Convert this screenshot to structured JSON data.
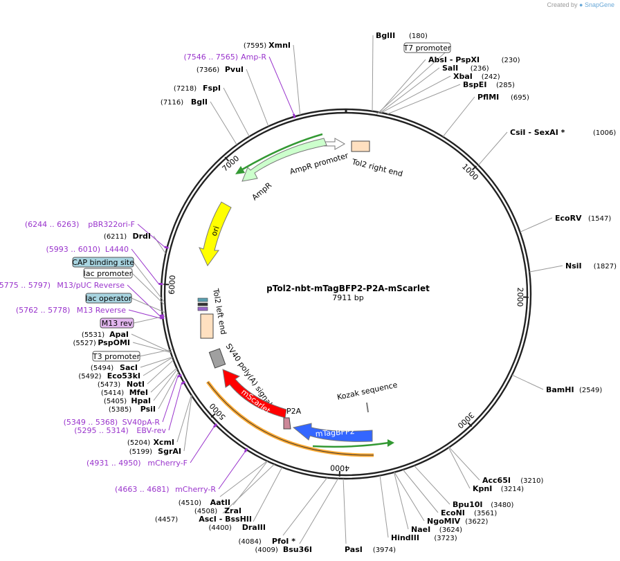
{
  "watermark": {
    "created_by": "Created by",
    "brand": "SnapGene"
  },
  "plasmid": {
    "name": "pTol2-nbt-mTagBFP2-P2A-mScarlet",
    "length_label": "7911 bp",
    "total_bp": 7911
  },
  "ticks": [
    {
      "bp": 1000,
      "label": "1000"
    },
    {
      "bp": 2000,
      "label": "2000"
    },
    {
      "bp": 3000,
      "label": "3000"
    },
    {
      "bp": 4000,
      "label": "4000"
    },
    {
      "bp": 5000,
      "label": "5000"
    },
    {
      "bp": 6000,
      "label": "6000"
    },
    {
      "bp": 7000,
      "label": "7000"
    }
  ],
  "sites_right": [
    {
      "name": "BglII",
      "pos": "(180)",
      "bp": 180
    },
    {
      "name": "AbsI  - PspXI",
      "pos": "(230)",
      "bp": 230
    },
    {
      "name": "SalI",
      "pos": "(236)",
      "bp": 236
    },
    {
      "name": "XbaI",
      "pos": "(242)",
      "bp": 242
    },
    {
      "name": "BspEI",
      "pos": "(285)",
      "bp": 285
    },
    {
      "name": "PflMI",
      "pos": "(695)",
      "bp": 695
    },
    {
      "name": "CsiI  - SexAI *",
      "pos": "(1006)",
      "bp": 1006
    },
    {
      "name": "EcoRV",
      "pos": "(1547)",
      "bp": 1547
    },
    {
      "name": "NsiI",
      "pos": "(1827)",
      "bp": 1827
    },
    {
      "name": "BamHI",
      "pos": "(2549)",
      "bp": 2549
    },
    {
      "name": "Acc65I",
      "pos": "(3210)",
      "bp": 3210
    },
    {
      "name": "KpnI",
      "pos": "(3214)",
      "bp": 3214
    },
    {
      "name": "Bpu10I",
      "pos": "(3480)",
      "bp": 3480
    },
    {
      "name": "EcoNI",
      "pos": "(3561)",
      "bp": 3561
    },
    {
      "name": "NgoMIV",
      "pos": "(3622)",
      "bp": 3622
    },
    {
      "name": "NaeI",
      "pos": "(3624)",
      "bp": 3624
    },
    {
      "name": "HindIII",
      "pos": "(3723)",
      "bp": 3723
    }
  ],
  "sites_bottom": [
    {
      "name": "PasI",
      "pos": "(3974)",
      "bp": 3974
    },
    {
      "name": "Bsu36I",
      "pos": "(4009)",
      "bp": 4009
    },
    {
      "name": "PfoI *",
      "pos": "(4084)",
      "bp": 4084
    },
    {
      "name": "DraIII",
      "pos": "(4400)",
      "bp": 4400
    },
    {
      "name": "AscI  - BssHII",
      "pos": "(4457)",
      "bp": 4457
    },
    {
      "name": "ZraI",
      "pos": "(4508)",
      "bp": 4508
    },
    {
      "name": "AatII",
      "pos": "(4510)",
      "bp": 4510
    }
  ],
  "sites_left": [
    {
      "name": "SgrAI",
      "pos": "(5199)",
      "bp": 5199
    },
    {
      "name": "XcmI",
      "pos": "(5204)",
      "bp": 5204
    },
    {
      "name": "PsiI",
      "pos": "(5385)",
      "bp": 5385
    },
    {
      "name": "HpaI",
      "pos": "(5405)",
      "bp": 5405
    },
    {
      "name": "MfeI",
      "pos": "(5414)",
      "bp": 5414
    },
    {
      "name": "NotI",
      "pos": "(5473)",
      "bp": 5473
    },
    {
      "name": "Eco53kI",
      "pos": "(5492)",
      "bp": 5492
    },
    {
      "name": "SacI",
      "pos": "(5494)",
      "bp": 5494
    },
    {
      "name": "PspOMI",
      "pos": "(5527)",
      "bp": 5527
    },
    {
      "name": "ApaI",
      "pos": "(5531)",
      "bp": 5531
    },
    {
      "name": "DrdI",
      "pos": "(6211)",
      "bp": 6211
    },
    {
      "name": "BglI",
      "pos": "(7116)",
      "bp": 7116
    },
    {
      "name": "FspI",
      "pos": "(7218)",
      "bp": 7218
    },
    {
      "name": "PvuI",
      "pos": "(7366)",
      "bp": 7366
    },
    {
      "name": "XmnI",
      "pos": "(7595)",
      "bp": 7595
    }
  ],
  "primers": [
    {
      "range": "(7546 .. 7565)",
      "name": "Amp-R"
    },
    {
      "range": "(6244 .. 6263)",
      "name": "pBR322ori-F"
    },
    {
      "range": "(5993 .. 6010)",
      "name": "L4440"
    },
    {
      "range": "(5775 .. 5797)",
      "name": "M13/pUC Reverse"
    },
    {
      "range": "(5762 .. 5778)",
      "name": "M13 Reverse"
    },
    {
      "range": "(5349 .. 5368)",
      "name": "SV40pA-R"
    },
    {
      "range": "(5295 .. 5314)",
      "name": "EBV-rev"
    },
    {
      "range": "(4931 .. 4950)",
      "name": "mCherry-F"
    },
    {
      "range": "(4663 .. 4681)",
      "name": "mCherry-R"
    }
  ],
  "boxed_labels": {
    "t7_promoter": "T7 promoter",
    "cap_binding_site": "CAP binding site",
    "lac_promoter": "lac promoter",
    "lac_operator": "lac operator",
    "m13_rev": "M13 rev",
    "t3_promoter": "T3 promoter"
  },
  "features": {
    "tol2_right_end": "Tol2 right end",
    "ampr_promoter": "AmpR promoter",
    "ampr": "AmpR",
    "ori": "ori",
    "tol2_left_end": "Tol2 left end",
    "sv40_polya": "SV40 poly(A) signal",
    "mscarlet": "mScarlet",
    "p2a": "P2A",
    "mtagbfp2": "mTagBFP2",
    "kozak": "Kozak sequence"
  },
  "colors": {
    "backbone": "#222222",
    "ampr": "#ccffcc",
    "ori": "#ffff00",
    "mscarlet": "#ff0000",
    "mtagbfp2": "#3366ff",
    "tol2": "#ffe0c0",
    "sv40": "#a0a0a0",
    "p2a": "#cc8899",
    "primer": "#9933cc",
    "orf_orange": "#ffaa33",
    "orf_green": "#339933"
  }
}
